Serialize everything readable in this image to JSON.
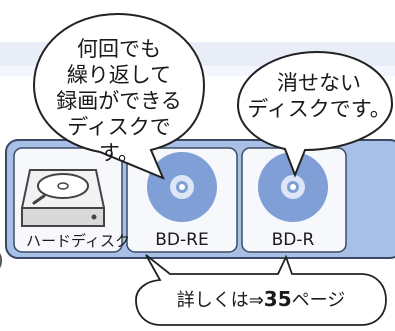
{
  "bubbles": {
    "rewritable_text": [
      "何回でも",
      "繰り返して",
      "録画ができる",
      "ディスクです。"
    ],
    "write_once_text": [
      "消せない",
      "ディスクです。"
    ]
  },
  "media": {
    "hdd_label": "ハードディスク",
    "bdre_label": "BD-RE",
    "bdr_label": "BD-R"
  },
  "reference": {
    "prefix": "詳しくは⇒",
    "page_number": "35",
    "suffix": "ページ"
  },
  "colors": {
    "panel_blue": "#a9c0e6",
    "panel_border": "#3a4a66",
    "disc_blue": "#7f9fd6",
    "disc_hub": "#dce6f6"
  }
}
